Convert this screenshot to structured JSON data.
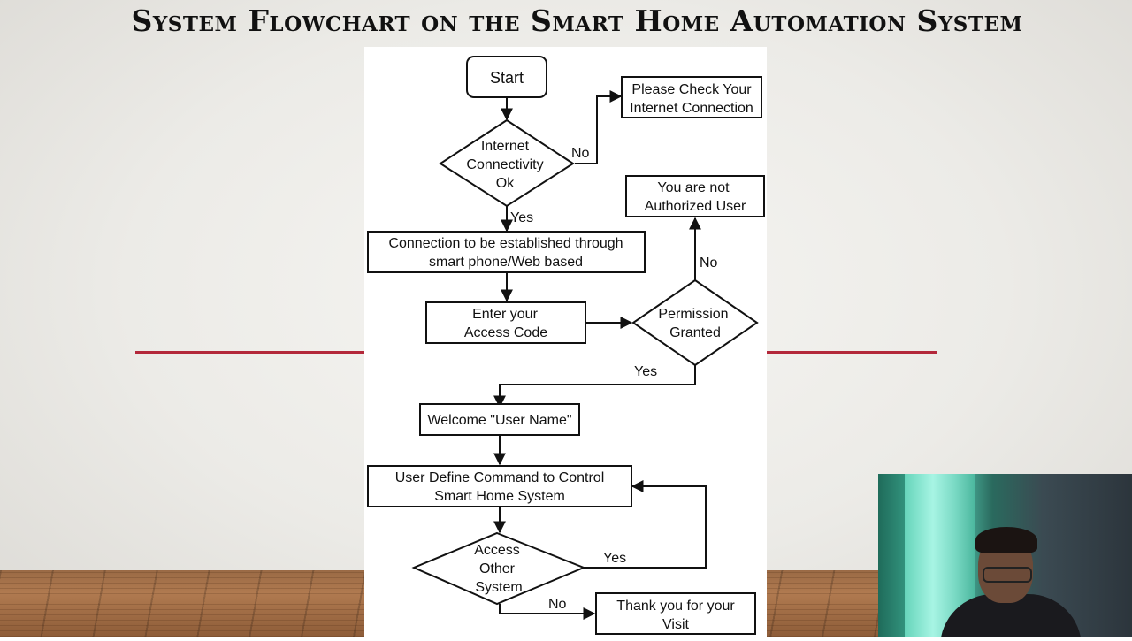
{
  "slide": {
    "title": "System Flowchart on the Smart Home Automation System"
  },
  "flowchart": {
    "start": "Start",
    "internet_check": [
      "Internet",
      "Connectivity",
      "Ok"
    ],
    "check_connection": [
      "Please Check Your",
      "Internet Connection"
    ],
    "connection_established": [
      "Connection to be established through",
      "smart phone/Web based"
    ],
    "enter_code": [
      "Enter your",
      "Access Code"
    ],
    "permission": [
      "Permission",
      "Granted"
    ],
    "not_authorized": [
      "You are not",
      "Authorized User"
    ],
    "welcome": "Welcome \"User Name\"",
    "user_command": [
      "User Define Command to Control",
      "Smart Home System"
    ],
    "access_other": [
      "Access",
      "Other",
      "System"
    ],
    "thank_you": [
      "Thank you for your",
      "Visit"
    ],
    "edge_labels": {
      "internet_no": "No",
      "internet_yes": "Yes",
      "permission_no": "No",
      "permission_yes": "Yes",
      "access_yes": "Yes",
      "access_no": "No"
    }
  },
  "colors": {
    "accent_line": "#b3283a",
    "flow_stroke": "#111111"
  }
}
